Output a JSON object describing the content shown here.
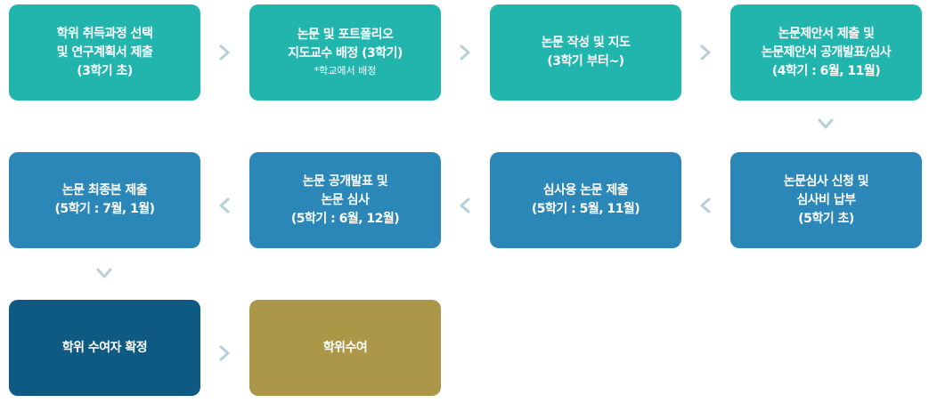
{
  "colors": {
    "teal": "#22b5ad",
    "blue": "#2b87b8",
    "navy": "#0f5a82",
    "gold": "#ab9747",
    "arrow": "#b5cfdc"
  },
  "steps": [
    {
      "lines": [
        "학위 취득과정 선택",
        "및 연구계획서 제출",
        "(3학기 초)"
      ]
    },
    {
      "lines": [
        "논문 및 포트폴리오",
        "지도교수 배정 (3학기)"
      ],
      "note": "*학교에서 배정"
    },
    {
      "lines": [
        "논문 작성 및 지도",
        "(3학기 부터~)"
      ]
    },
    {
      "lines": [
        "논문제안서 제출 및",
        "논문제안서 공개발표/심사",
        "(4학기 : 6월, 11월)"
      ]
    },
    {
      "lines": [
        "논문심사 신청 및",
        "심사비 납부",
        "(5학기 초)"
      ]
    },
    {
      "lines": [
        "심사용 논문 제출",
        "(5학기 : 5월, 11월)"
      ]
    },
    {
      "lines": [
        "논문 공개발표 및",
        "논문 심사",
        "(5학기 : 6월, 12월)"
      ]
    },
    {
      "lines": [
        "논문 최종본 제출",
        "(5학기 : 7월, 1월)"
      ]
    },
    {
      "lines": [
        "학위 수여자 확정"
      ]
    },
    {
      "lines": [
        "학위수여"
      ]
    }
  ]
}
